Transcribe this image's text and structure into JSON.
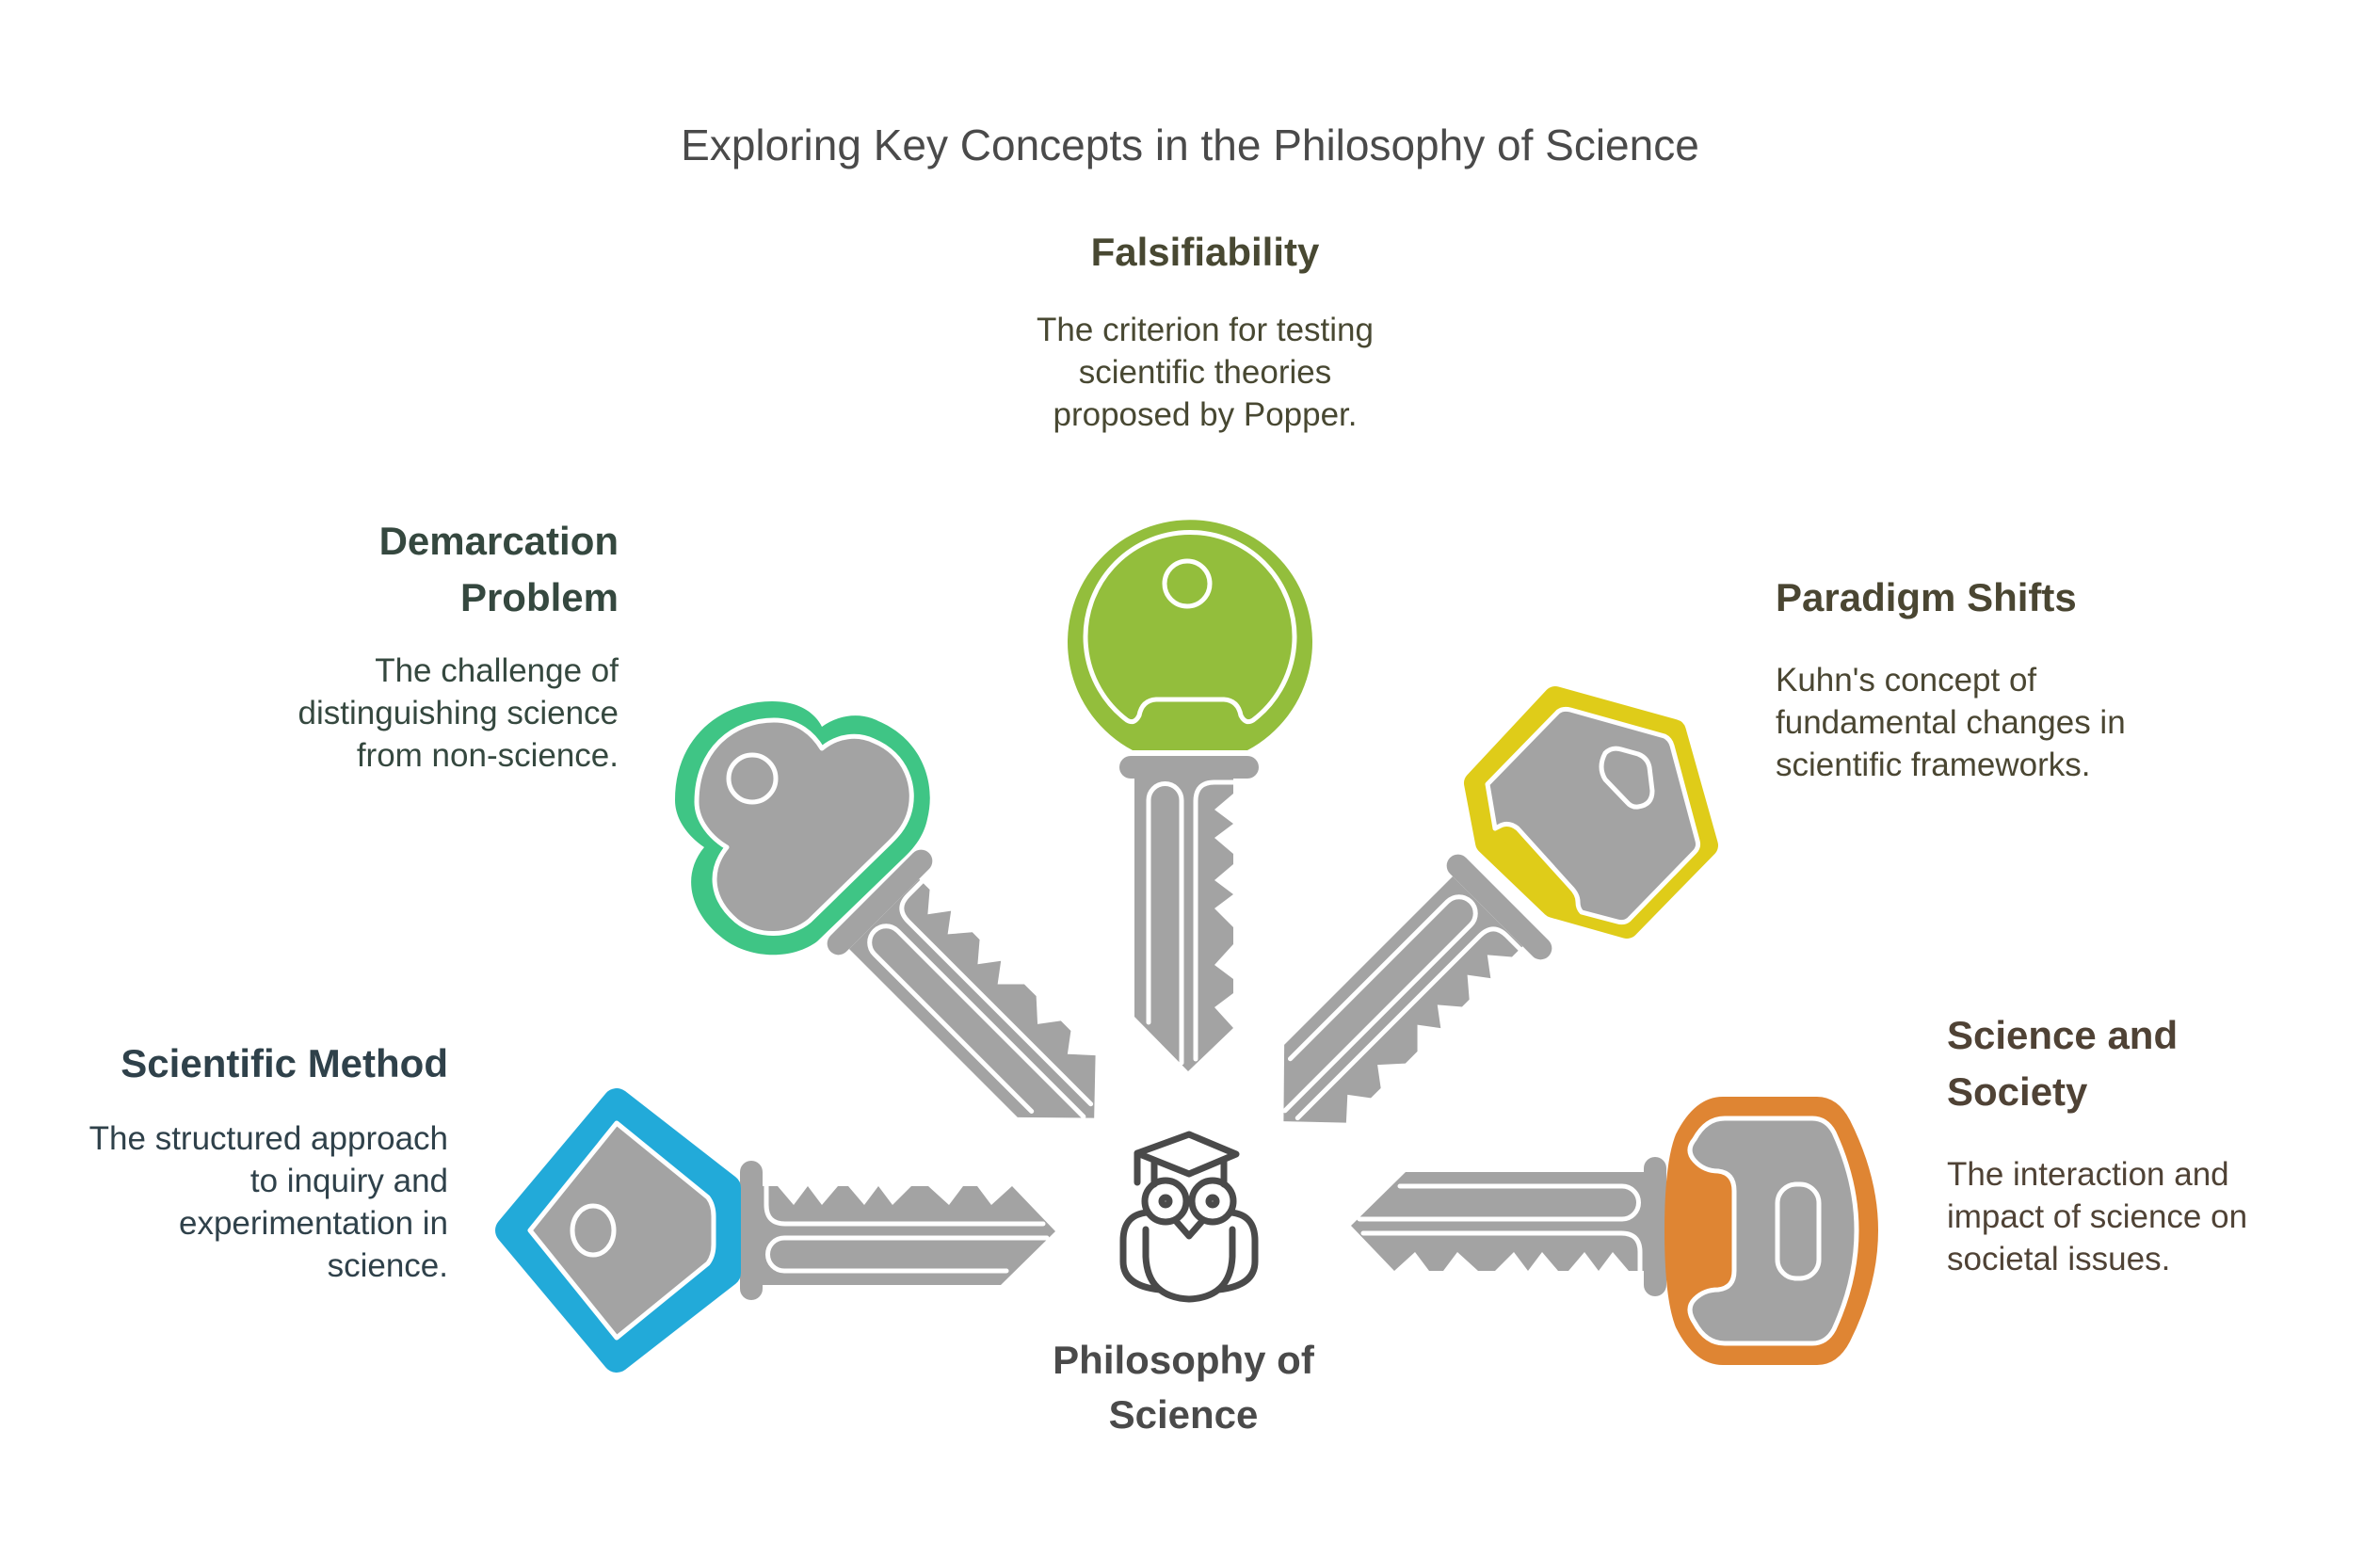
{
  "title": "Exploring Key Concepts in the Philosophy of Science",
  "center": {
    "label_lines": [
      "Philosophy of",
      "Science"
    ],
    "icon": "owl-graduate-icon",
    "icon_color": "#4a4a4a"
  },
  "colors": {
    "key_metal": "#a3a3a3",
    "outline": "#ffffff"
  },
  "concepts": [
    {
      "id": "scientific-method",
      "title_lines": [
        "Scientific Method"
      ],
      "description_lines": [
        "The structured approach",
        "to inquiry and",
        "experimentation in",
        "science."
      ],
      "color": "#22aad9",
      "text_color": "#2f414a",
      "icon": "key-diamond-icon"
    },
    {
      "id": "demarcation-problem",
      "title_lines": [
        "Demarcation",
        "Problem"
      ],
      "description_lines": [
        "The challenge of",
        "distinguishing science",
        "from non-science."
      ],
      "color": "#3fc585",
      "text_color": "#35483f",
      "icon": "key-cloud-icon"
    },
    {
      "id": "falsifiability",
      "title_lines": [
        "Falsifiability"
      ],
      "description_lines": [
        "The criterion for testing",
        "scientific theories",
        "proposed by Popper."
      ],
      "color": "#93be3c",
      "text_color": "#484832",
      "icon": "key-round-icon"
    },
    {
      "id": "paradigm-shifts",
      "title_lines": [
        "Paradigm Shifts"
      ],
      "description_lines": [
        "Kuhn's concept of",
        "fundamental changes in",
        "scientific frameworks."
      ],
      "color": "#dfcc19",
      "text_color": "#4a4632",
      "icon": "key-hexagon-icon"
    },
    {
      "id": "science-and-society",
      "title_lines": [
        "Science and",
        "Society"
      ],
      "description_lines": [
        "The interaction and",
        "impact of science on",
        "societal issues."
      ],
      "color": "#df8533",
      "text_color": "#4f4235",
      "icon": "key-rounded-rect-icon"
    }
  ]
}
